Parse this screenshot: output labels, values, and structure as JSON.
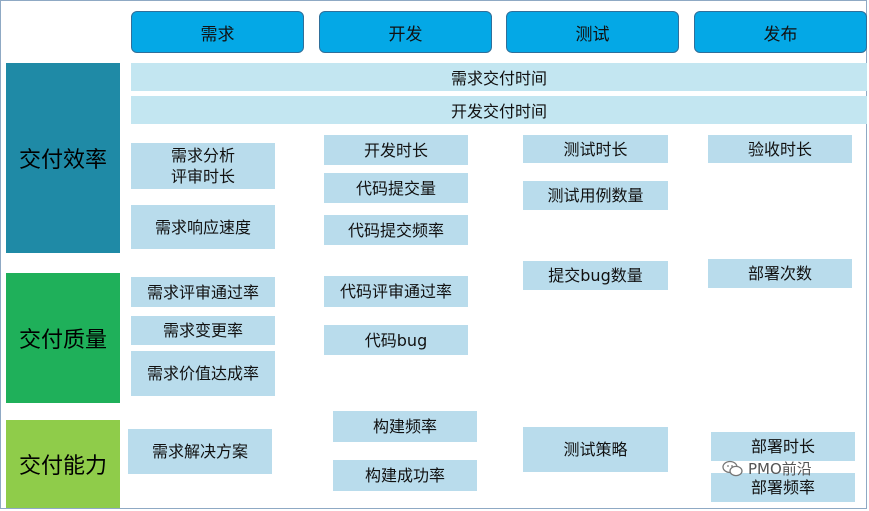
{
  "phases": [
    "需求",
    "开发",
    "测试",
    "发布"
  ],
  "categories": [
    "交付效率",
    "交付质量",
    "交付能力"
  ],
  "bars": [
    "需求交付时间",
    "开发交付时间"
  ],
  "metrics": {
    "req_analysis_1": "需求分析",
    "req_analysis_2": "评审时长",
    "req_response": "需求响应速度",
    "dev_duration": "开发时长",
    "code_commits": "代码提交量",
    "code_commit_freq": "代码提交频率",
    "test_duration": "测试时长",
    "test_cases": "测试用例数量",
    "accept_duration": "验收时长",
    "req_review_pass": "需求评审通过率",
    "req_change": "需求变更率",
    "req_value": "需求价值达成率",
    "code_review_pass": "代码评审通过率",
    "code_bug": "代码bug",
    "bug_submit": "提交bug数量",
    "deploy_count": "部署次数",
    "req_solution": "需求解决方案",
    "build_freq": "构建频率",
    "build_success": "构建成功率",
    "test_strategy": "测试策略",
    "deploy_duration": "部署时长",
    "deploy_freq": "部署频率"
  },
  "watermark": "PMO前沿",
  "colors": {
    "phase": "#04a8e6",
    "efficiency": "#1f8aa6",
    "quality": "#1fb05a",
    "capability": "#8fcc4a",
    "metric": "#b9dcec",
    "bar": "#c3e6f1"
  }
}
